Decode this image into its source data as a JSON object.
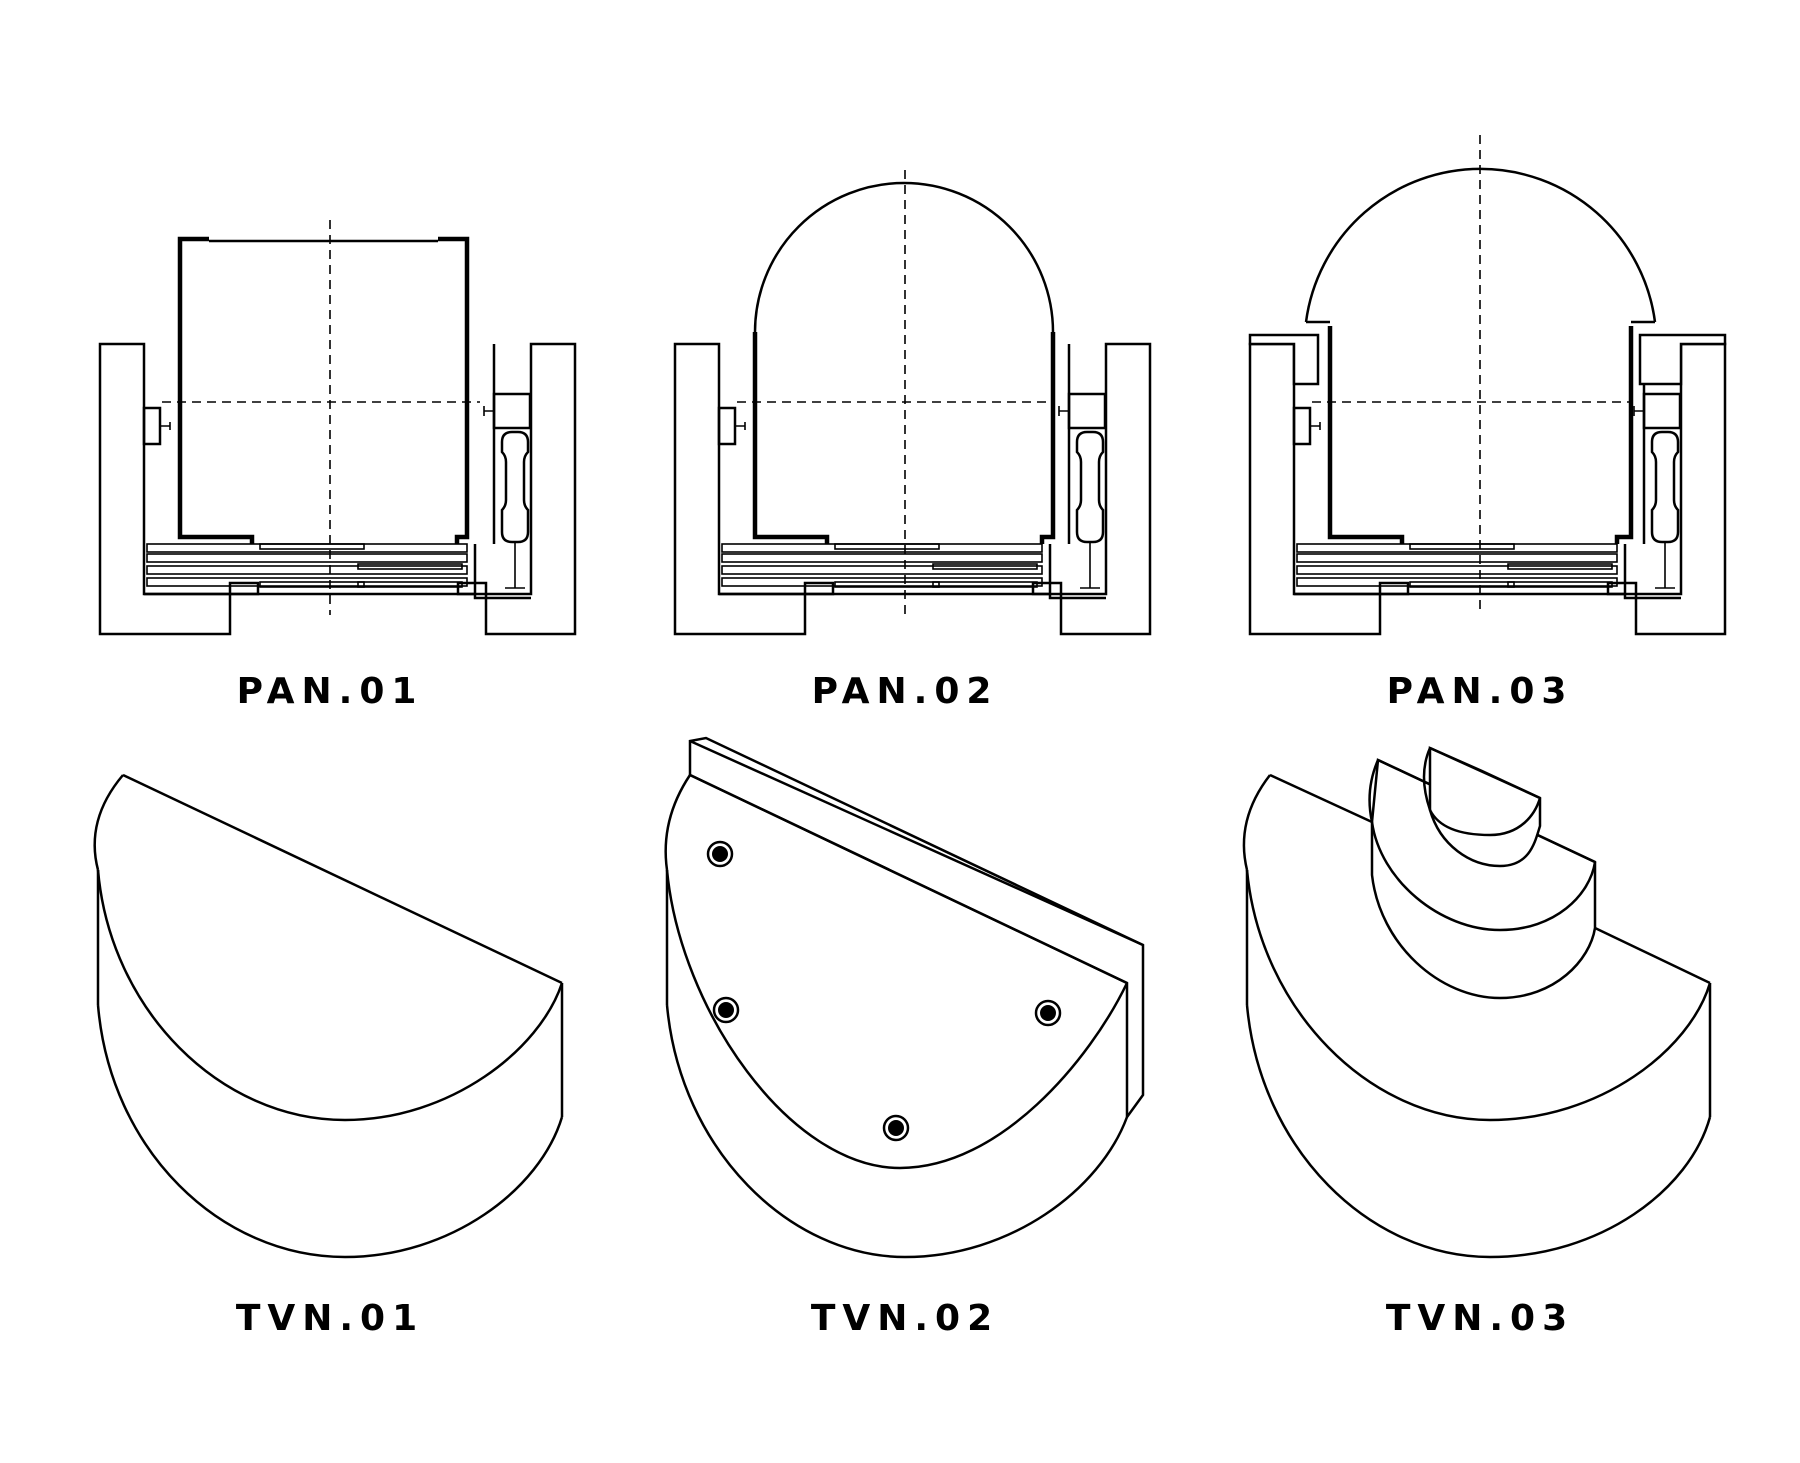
{
  "panels": [
    {
      "id": "pan-01",
      "label": "PAN.01"
    },
    {
      "id": "pan-02",
      "label": "PAN.02"
    },
    {
      "id": "pan-03",
      "label": "PAN.03"
    },
    {
      "id": "tvn-01",
      "label": "TVN.01"
    },
    {
      "id": "tvn-02",
      "label": "TVN.02"
    },
    {
      "id": "tvn-03",
      "label": "TVN.03"
    }
  ],
  "colors": {
    "ink": "#000000",
    "paper": "#ffffff"
  }
}
